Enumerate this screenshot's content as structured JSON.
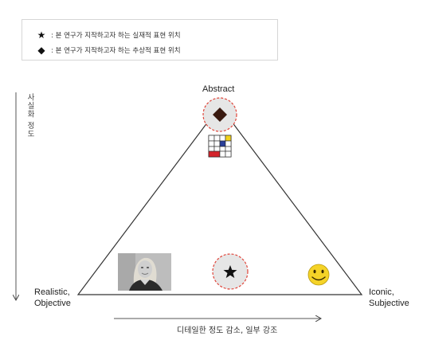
{
  "legend": {
    "items": [
      {
        "symbol": "★",
        "symbol_name": "star-icon",
        "text": ": 본 연구가 지작하고자 하는 실재적 표현 위치"
      },
      {
        "symbol": "◆",
        "symbol_name": "diamond-icon",
        "text": ": 본 연구가 지작하고자 하는 추상적 표현 위치"
      }
    ]
  },
  "axes": {
    "vertical_label": "사실화 정도",
    "horizontal_label": "디테일한 정도 감소, 일부 강조"
  },
  "vertices": {
    "top": "Abstract",
    "left_line1": "Realistic,",
    "left_line2": "Objective",
    "right_line1": "Iconic,",
    "right_line2": "Subjective"
  },
  "markers": {
    "top_marker": "diamond-icon",
    "bottom_marker": "star-icon",
    "highlight_color": "#e0453a"
  },
  "items": {
    "mondrian": "mondrian-grid-icon",
    "smiley": "smiley-face-icon",
    "photo": "portrait-photo"
  },
  "colors": {
    "mondrian_red": "#d3242b",
    "mondrian_blue": "#2a3f99",
    "mondrian_yellow": "#f2d21c",
    "smiley_fill": "#f5d327"
  }
}
